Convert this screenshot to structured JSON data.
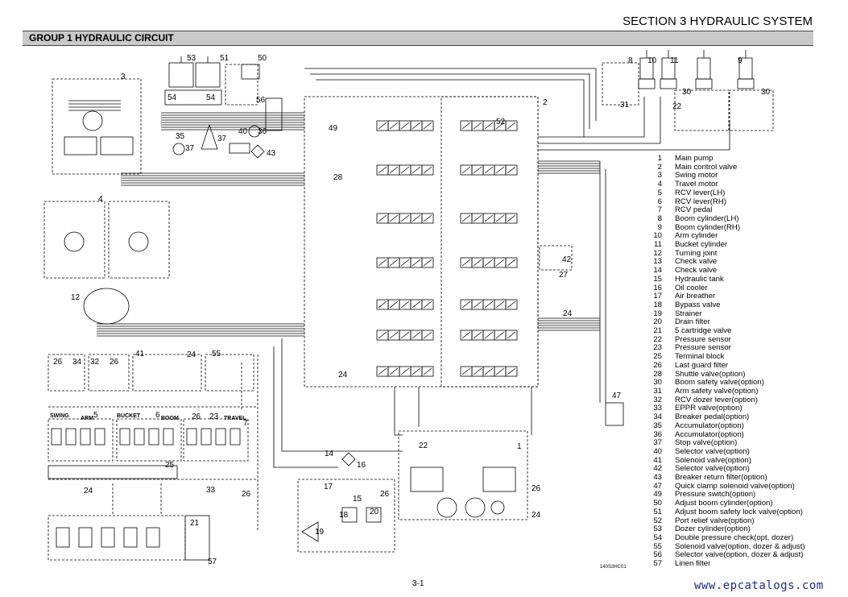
{
  "header": {
    "section_title": "SECTION 3 HYDRAULIC SYSTEM",
    "group_title": "GROUP 1 HYDRAULIC CIRCUIT"
  },
  "diagram": {
    "component_labels": [
      {
        "text": "53"
      },
      {
        "text": "54"
      },
      {
        "text": "54"
      },
      {
        "text": "51"
      },
      {
        "text": "50"
      },
      {
        "text": "3"
      },
      {
        "text": "2"
      },
      {
        "text": "10"
      },
      {
        "text": "11"
      },
      {
        "text": "9"
      },
      {
        "text": "8"
      },
      {
        "text": "31"
      },
      {
        "text": "30"
      },
      {
        "text": "30"
      },
      {
        "text": "22"
      },
      {
        "text": "56"
      },
      {
        "text": "49"
      },
      {
        "text": "52"
      },
      {
        "text": "35"
      },
      {
        "text": "37"
      },
      {
        "text": "37"
      },
      {
        "text": "40"
      },
      {
        "text": "36"
      },
      {
        "text": "43"
      },
      {
        "text": "28"
      },
      {
        "text": "4"
      },
      {
        "text": "42"
      },
      {
        "text": "27"
      },
      {
        "text": "12"
      },
      {
        "text": "24"
      },
      {
        "text": "24"
      },
      {
        "text": "26"
      },
      {
        "text": "34"
      },
      {
        "text": "32"
      },
      {
        "text": "26"
      },
      {
        "text": "41"
      },
      {
        "text": "24"
      },
      {
        "text": "55"
      },
      {
        "text": "47"
      },
      {
        "text": "5"
      },
      {
        "text": "6"
      },
      {
        "text": "26"
      },
      {
        "text": "23"
      },
      {
        "text": "7"
      },
      {
        "text": "1"
      },
      {
        "text": "22"
      },
      {
        "text": "14"
      },
      {
        "text": "16"
      },
      {
        "text": "24"
      },
      {
        "text": "25"
      },
      {
        "text": "17"
      },
      {
        "text": "15"
      },
      {
        "text": "26"
      },
      {
        "text": "26"
      },
      {
        "text": "33"
      },
      {
        "text": "26"
      },
      {
        "text": "18"
      },
      {
        "text": "20"
      },
      {
        "text": "19"
      },
      {
        "text": "24"
      },
      {
        "text": "21"
      },
      {
        "text": "57"
      }
    ],
    "function_labels": [
      {
        "text": "SWING"
      },
      {
        "text": "ARM"
      },
      {
        "text": "BUCKET"
      },
      {
        "text": "BOOM"
      },
      {
        "text": "TRAVEL"
      }
    ]
  },
  "legend": [
    {
      "num": "1",
      "label": "Main pump"
    },
    {
      "num": "2",
      "label": "Main control valve"
    },
    {
      "num": "3",
      "label": "Swing motor"
    },
    {
      "num": "4",
      "label": "Travel motor"
    },
    {
      "num": "5",
      "label": "RCV lever(LH)"
    },
    {
      "num": "6",
      "label": "RCV lever(RH)"
    },
    {
      "num": "7",
      "label": "RCV pedal"
    },
    {
      "num": "8",
      "label": "Boom cylinder(LH)"
    },
    {
      "num": "9",
      "label": "Boom cylinder(RH)"
    },
    {
      "num": "10",
      "label": "Arm cylinder"
    },
    {
      "num": "11",
      "label": "Bucket cylinder"
    },
    {
      "num": "12",
      "label": "Turning joint"
    },
    {
      "num": "13",
      "label": "Check valve"
    },
    {
      "num": "14",
      "label": "Check valve"
    },
    {
      "num": "15",
      "label": "Hydraulic tank"
    },
    {
      "num": "16",
      "label": "Oil cooler"
    },
    {
      "num": "17",
      "label": "Air breather"
    },
    {
      "num": "18",
      "label": "Bypass valve"
    },
    {
      "num": "19",
      "label": "Strainer"
    },
    {
      "num": "20",
      "label": "Drain filter"
    },
    {
      "num": "21",
      "label": "5 cartridge valve"
    },
    {
      "num": "22",
      "label": "Pressure sensor"
    },
    {
      "num": "23",
      "label": "Pressure sensor"
    },
    {
      "num": "25",
      "label": "Terminal block"
    },
    {
      "num": "26",
      "label": "Last guard filter"
    },
    {
      "num": "28",
      "label": "Shuttle valve(option)"
    },
    {
      "num": "30",
      "label": "Boom safety valve(option)"
    },
    {
      "num": "31",
      "label": "Arm safety valve(option)"
    },
    {
      "num": "32",
      "label": "RCV dozer lever(option)"
    },
    {
      "num": "33",
      "label": "EPPR valve(option)"
    },
    {
      "num": "34",
      "label": "Breaker pedal(option)"
    },
    {
      "num": "35",
      "label": "Accumulator(option)"
    },
    {
      "num": "36",
      "label": "Accumulator(option)"
    },
    {
      "num": "37",
      "label": "Stop valve(option)"
    },
    {
      "num": "40",
      "label": "Selector valve(option)"
    },
    {
      "num": "41",
      "label": "Solenoid valve(option)"
    },
    {
      "num": "42",
      "label": "Selector valve(option)"
    },
    {
      "num": "43",
      "label": "Breaker return filter(option)"
    },
    {
      "num": "47",
      "label": "Quick clamp solenoid valve(option)"
    },
    {
      "num": "49",
      "label": "Pressure switch(option)"
    },
    {
      "num": "50",
      "label": "Adjust boom cylinder(option)"
    },
    {
      "num": "51",
      "label": "Adjust boom safety lock valve(option)"
    },
    {
      "num": "52",
      "label": "Port relief valve(option)"
    },
    {
      "num": "53",
      "label": "Dozer cylinder(option)"
    },
    {
      "num": "54",
      "label": "Double pressure check(opt, dozer)"
    },
    {
      "num": "55",
      "label": "Solenoid valve(option, dozer & adjust)"
    },
    {
      "num": "56",
      "label": "Selector valve(option, dozer & adjust)"
    },
    {
      "num": "57",
      "label": "Linen filter"
    }
  ],
  "footer": {
    "page_number": "3-1",
    "drawing_code": "140S3HC01",
    "watermark": "www.epcatalogs.com"
  }
}
